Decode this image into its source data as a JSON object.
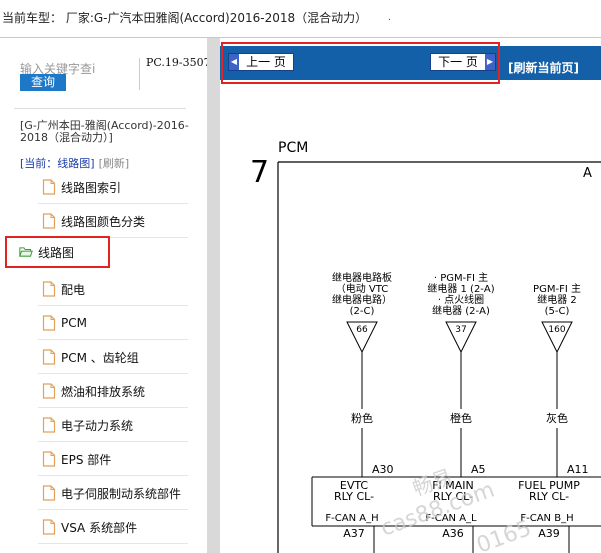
{
  "header": {
    "vehicle_label": "当前车型： 厂家:G-广汽本田雅阁(Accord)2016-2018（混合动力）",
    "dot": "."
  },
  "sidebar": {
    "search_placeholder": "输入关键字查i",
    "query_button": "查询",
    "pc_code": "PC.19-3507",
    "vehicle_info": "[G-广州本田-雅阁(Accord)-2016-2018（混合动力）]",
    "current_prefix": "[当前：线路图]",
    "refresh_link": "[刷新]",
    "items": [
      {
        "label": "线路图索引",
        "icon": "document-icon"
      },
      {
        "label": "线路图颜色分类",
        "icon": "document-icon"
      },
      {
        "label": "线路图",
        "icon": "folder-open-icon",
        "selected": true
      },
      {
        "label": "配电",
        "icon": "document-icon"
      },
      {
        "label": "PCM",
        "icon": "document-icon"
      },
      {
        "label": "PCM 、齿轮组",
        "icon": "document-icon"
      },
      {
        "label": "燃油和排放系统",
        "icon": "document-icon"
      },
      {
        "label": "电子动力系统",
        "icon": "document-icon"
      },
      {
        "label": "EPS 部件",
        "icon": "document-icon"
      },
      {
        "label": "电子伺服制动系统部件",
        "icon": "document-icon"
      },
      {
        "label": "VSA 系统部件",
        "icon": "document-icon"
      }
    ]
  },
  "nav": {
    "prev_label": "上一 页",
    "next_label": "下一 页",
    "refresh_page": "[刷新当前页]"
  },
  "diagram": {
    "page_number": "7",
    "component": "PCM",
    "section_letter": "A",
    "relays": [
      {
        "lines": [
          "继电器电路板",
          "（电动 VTC",
          "继电器电路）",
          "(2-C)"
        ],
        "pin_in": "66",
        "wire_color": "粉色",
        "pin_out": "A30",
        "signal_lines": [
          "EVTC",
          "RLY CL-"
        ],
        "can": "F-CAN A_H",
        "bottom_pin": "A37"
      },
      {
        "lines": [
          "· PGM-FI 主",
          "继电器 1 (2-A)",
          "· 点火线圈",
          "继电器 (2-A)"
        ],
        "pin_in": "37",
        "wire_color": "橙色",
        "pin_out": "A5",
        "signal_lines": [
          "FI MAIN",
          "RLY CL-"
        ],
        "can": "F-CAN A_L",
        "bottom_pin": "A36"
      },
      {
        "lines": [
          "PGM-FI 主",
          "继电器 2",
          "(5-C)"
        ],
        "pin_in": "160",
        "wire_color": "灰色",
        "pin_out": "A11",
        "signal_lines": [
          "FUEL PUMP",
          "RLY CL-"
        ],
        "can": "F-CAN B_H",
        "bottom_pin": "A39"
      }
    ],
    "watermark": [
      "畅易",
      "cas88.com",
      "0165"
    ]
  }
}
